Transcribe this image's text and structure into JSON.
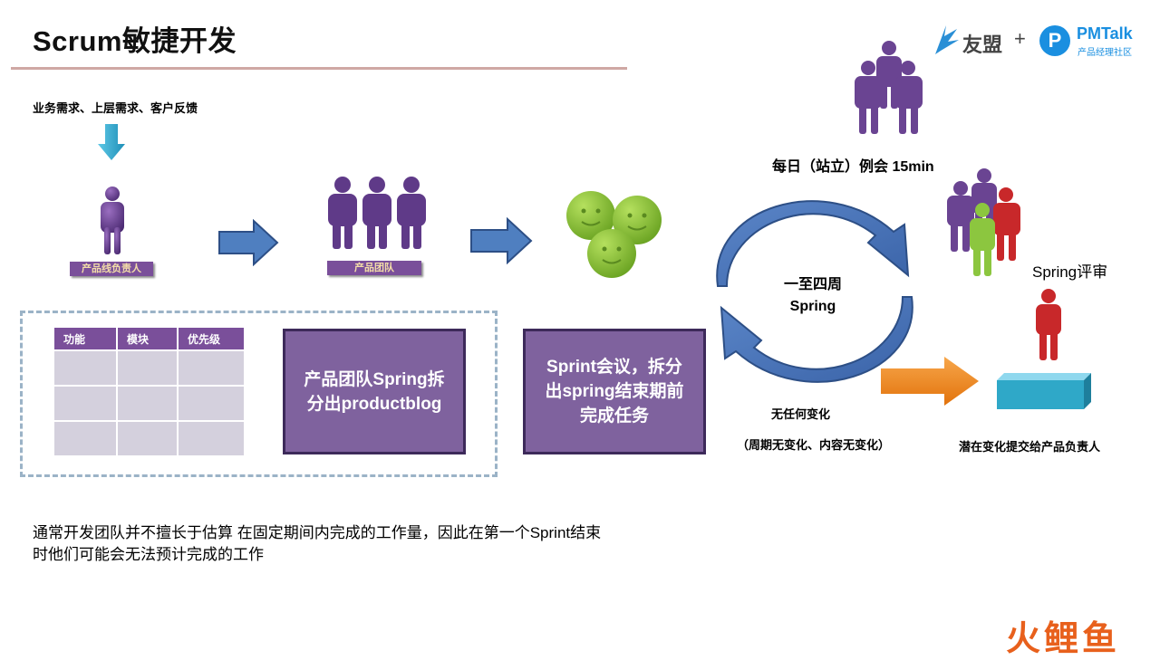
{
  "title": "Scrum敏捷开发",
  "logo": {
    "youmeng": "友盟",
    "plus": "+",
    "pmtalk": "PMTalk",
    "pmtalk_sub": "产品经理社区",
    "p_letter": "P"
  },
  "inputs_label": "业务需求、上层需求、客户反馈",
  "product_owner_label": "产品线负责人",
  "product_team_label": "产品团队",
  "backlog_table": {
    "headers": [
      "功能",
      "模块",
      "优先级"
    ],
    "rows": [
      [
        "",
        "",
        ""
      ],
      [
        "",
        "",
        ""
      ],
      [
        "",
        "",
        ""
      ]
    ]
  },
  "box1_text": "产品团队Spring拆分出productblog",
  "box2_text": "Sprint会议，拆分出spring结束期前完成任务",
  "daily_meeting": "每日（站立）例会 15min",
  "cycle_line1": "一至四周",
  "cycle_line2": "Spring",
  "spring_review": "Spring评审",
  "no_change": "无任何变化",
  "no_change_detail": "（周期无变化、内容无变化）",
  "deliver_label": "潜在变化提交给产品负责人",
  "body_text": "通常开发团队并不擅长于估算 在固定期间内完成的工作量，因此在第一个Sprint结束时他们可能会无法预计完成的工作",
  "watermark": "火鲤鱼",
  "colors": {
    "purple": "#7a4f9a",
    "box_purple": "#7f629e",
    "cycle_blue": "#4a74b8",
    "arrow_blue": "#4f7fc0",
    "green": "#8cc63f",
    "red": "#c8282a",
    "orange": "#f28a1c",
    "cyan": "#2fa8c8"
  },
  "icons": [
    "down-arrow-icon",
    "person-icon",
    "team-icon",
    "smiley-icon",
    "cycle-arrows-icon",
    "right-arrow-icon",
    "platform-icon"
  ]
}
